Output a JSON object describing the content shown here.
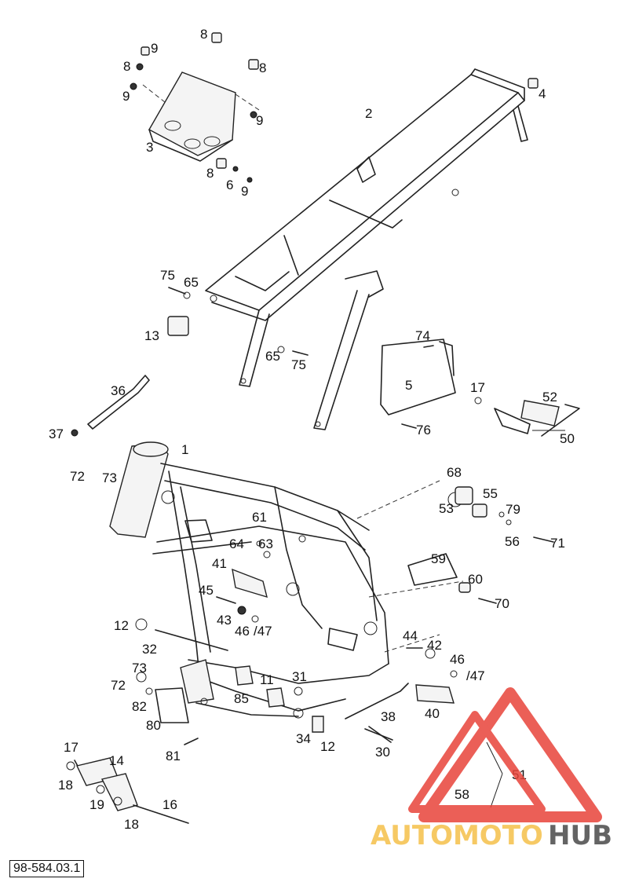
{
  "document_number": "98-584.03.1",
  "watermark": {
    "text_part1": "AUTOMOTO",
    "text_part2": "HUB",
    "color_part1": "#f5c04a",
    "color_part2": "#4a4a4a",
    "logo_color": "#e8443a"
  },
  "callouts": [
    {
      "id": "c1",
      "text": "1"
    },
    {
      "id": "c2",
      "text": "2"
    },
    {
      "id": "c3",
      "text": "3"
    },
    {
      "id": "c4",
      "text": "4"
    },
    {
      "id": "c5",
      "text": "5"
    },
    {
      "id": "c6",
      "text": "6"
    },
    {
      "id": "c8a",
      "text": "8"
    },
    {
      "id": "c8b",
      "text": "8"
    },
    {
      "id": "c8c",
      "text": "8"
    },
    {
      "id": "c8d",
      "text": "8"
    },
    {
      "id": "c9a",
      "text": "9"
    },
    {
      "id": "c9b",
      "text": "9"
    },
    {
      "id": "c9c",
      "text": "9"
    },
    {
      "id": "c9d",
      "text": "9"
    },
    {
      "id": "c11",
      "text": "11"
    },
    {
      "id": "c12a",
      "text": "12"
    },
    {
      "id": "c12b",
      "text": "12"
    },
    {
      "id": "c13",
      "text": "13"
    },
    {
      "id": "c14",
      "text": "14"
    },
    {
      "id": "c16",
      "text": "16"
    },
    {
      "id": "c17a",
      "text": "17"
    },
    {
      "id": "c17b",
      "text": "17"
    },
    {
      "id": "c18a",
      "text": "18"
    },
    {
      "id": "c18b",
      "text": "18"
    },
    {
      "id": "c19",
      "text": "19"
    },
    {
      "id": "c30",
      "text": "30"
    },
    {
      "id": "c31",
      "text": "31"
    },
    {
      "id": "c32",
      "text": "32"
    },
    {
      "id": "c34",
      "text": "34"
    },
    {
      "id": "c36",
      "text": "36"
    },
    {
      "id": "c37",
      "text": "37"
    },
    {
      "id": "c38",
      "text": "38"
    },
    {
      "id": "c40",
      "text": "40"
    },
    {
      "id": "c41",
      "text": "41"
    },
    {
      "id": "c42",
      "text": "42"
    },
    {
      "id": "c43",
      "text": "43"
    },
    {
      "id": "c44",
      "text": "44"
    },
    {
      "id": "c45",
      "text": "45"
    },
    {
      "id": "c46a",
      "text": "46"
    },
    {
      "id": "c47a",
      "text": "/47"
    },
    {
      "id": "c46b",
      "text": "46"
    },
    {
      "id": "c47b",
      "text": "/47"
    },
    {
      "id": "c50",
      "text": "50"
    },
    {
      "id": "c51",
      "text": "51"
    },
    {
      "id": "c52",
      "text": "52"
    },
    {
      "id": "c53",
      "text": "53"
    },
    {
      "id": "c55",
      "text": "55"
    },
    {
      "id": "c56",
      "text": "56"
    },
    {
      "id": "c58",
      "text": "58"
    },
    {
      "id": "c59",
      "text": "59"
    },
    {
      "id": "c60",
      "text": "60"
    },
    {
      "id": "c61",
      "text": "61"
    },
    {
      "id": "c63",
      "text": "63"
    },
    {
      "id": "c64",
      "text": "64"
    },
    {
      "id": "c65a",
      "text": "65"
    },
    {
      "id": "c65b",
      "text": "65"
    },
    {
      "id": "c68",
      "text": "68"
    },
    {
      "id": "c70",
      "text": "70"
    },
    {
      "id": "c71",
      "text": "71"
    },
    {
      "id": "c72a",
      "text": "72"
    },
    {
      "id": "c72b",
      "text": "72"
    },
    {
      "id": "c73a",
      "text": "73"
    },
    {
      "id": "c73b",
      "text": "73"
    },
    {
      "id": "c74",
      "text": "74"
    },
    {
      "id": "c75a",
      "text": "75"
    },
    {
      "id": "c75b",
      "text": "75"
    },
    {
      "id": "c76",
      "text": "76"
    },
    {
      "id": "c79",
      "text": "79"
    },
    {
      "id": "c80",
      "text": "80"
    },
    {
      "id": "c81",
      "text": "81"
    },
    {
      "id": "c82",
      "text": "82"
    },
    {
      "id": "c85",
      "text": "85"
    }
  ]
}
